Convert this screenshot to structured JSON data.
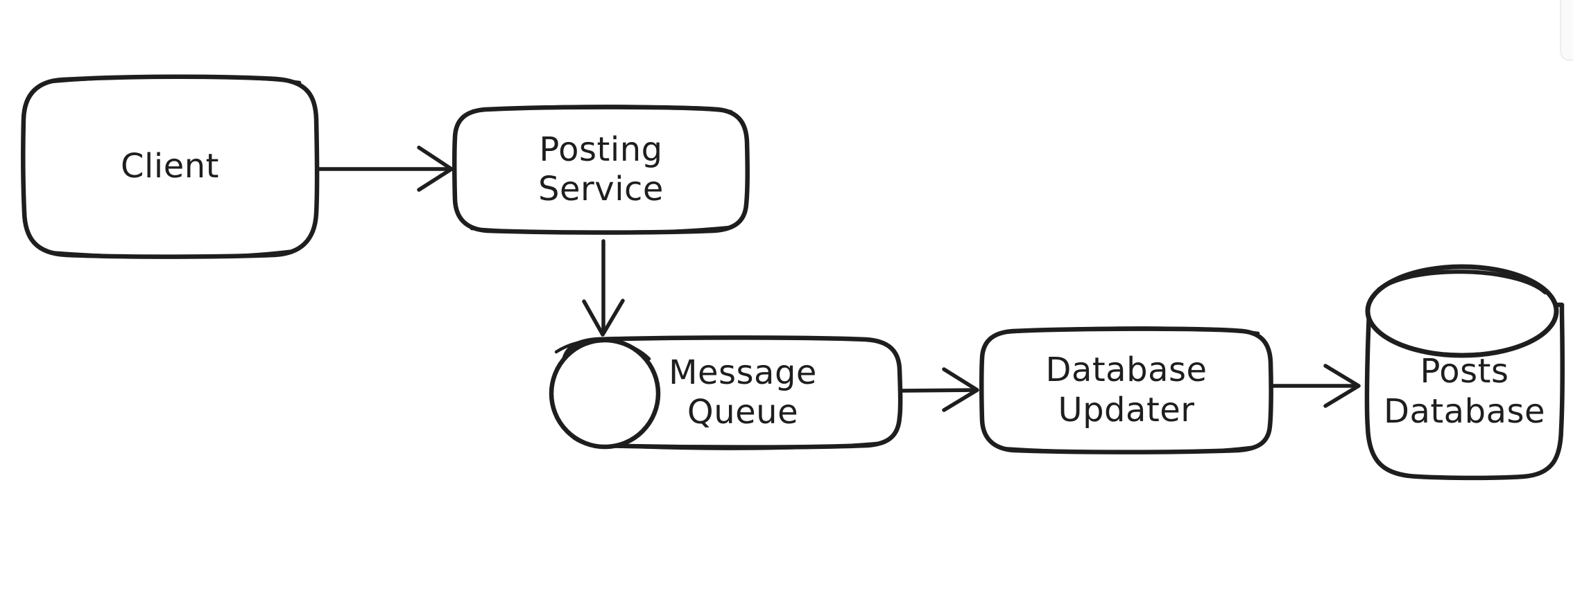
{
  "canvas": {
    "background": "#ffffff"
  },
  "colors": {
    "stroke": "#1e1e1e",
    "shape_fill": "#ffffff",
    "panel_fill": "#fafafa",
    "panel_border": "#ededed"
  },
  "diagram": {
    "nodes": [
      {
        "id": "client",
        "shape": "rounded-rectangle",
        "label": "Client",
        "lines": [
          "Client"
        ]
      },
      {
        "id": "posting-service",
        "shape": "rounded-rectangle",
        "label": "Posting Service",
        "lines": [
          "Posting",
          "Service"
        ]
      },
      {
        "id": "message-queue",
        "shape": "horizontal-cylinder",
        "label": "Message Queue",
        "lines": [
          "Message",
          "Queue"
        ]
      },
      {
        "id": "database-updater",
        "shape": "rounded-rectangle",
        "label": "Database Updater",
        "lines": [
          "Database",
          "Updater"
        ]
      },
      {
        "id": "posts-database",
        "shape": "database-cylinder",
        "label": "Posts Database",
        "lines": [
          "Posts",
          "Database"
        ]
      }
    ],
    "edges": [
      {
        "from": "client",
        "to": "posting-service",
        "direction": "right"
      },
      {
        "from": "posting-service",
        "to": "message-queue",
        "direction": "down"
      },
      {
        "from": "message-queue",
        "to": "database-updater",
        "direction": "right"
      },
      {
        "from": "database-updater",
        "to": "posts-database",
        "direction": "right"
      }
    ]
  }
}
